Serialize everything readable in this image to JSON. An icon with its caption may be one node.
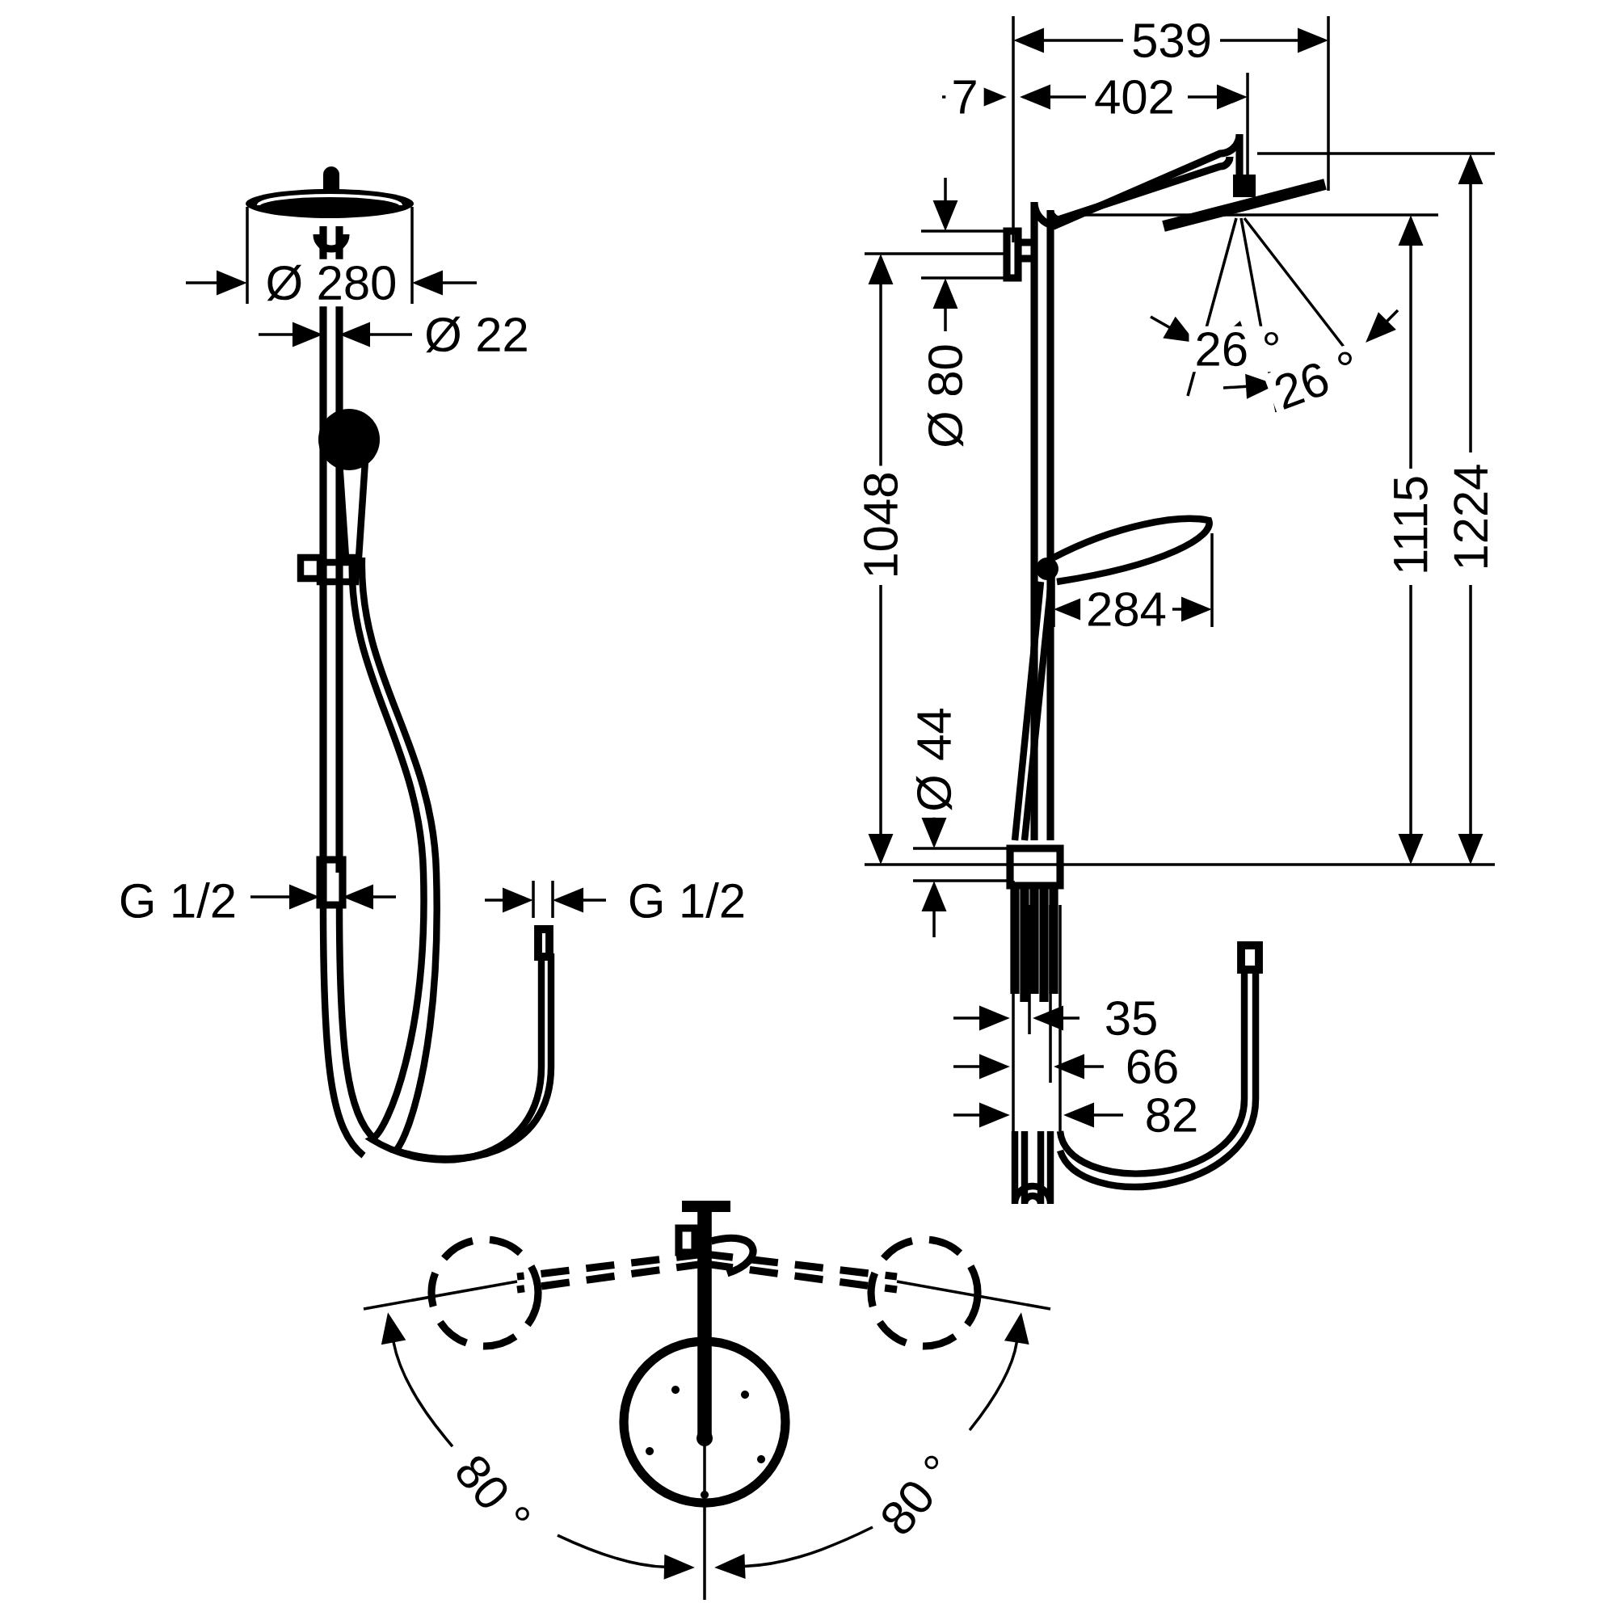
{
  "diagram": {
    "labels": [
      "539",
      "7",
      "402",
      "Ø 280",
      "Ø 22",
      "Ø 80",
      "26 °",
      "26 °",
      "1048",
      "1115",
      "1224",
      "284",
      "Ø 44",
      "G 1/2",
      "G 1/2",
      "35",
      "66",
      "82",
      "80 °",
      "80 °"
    ]
  }
}
